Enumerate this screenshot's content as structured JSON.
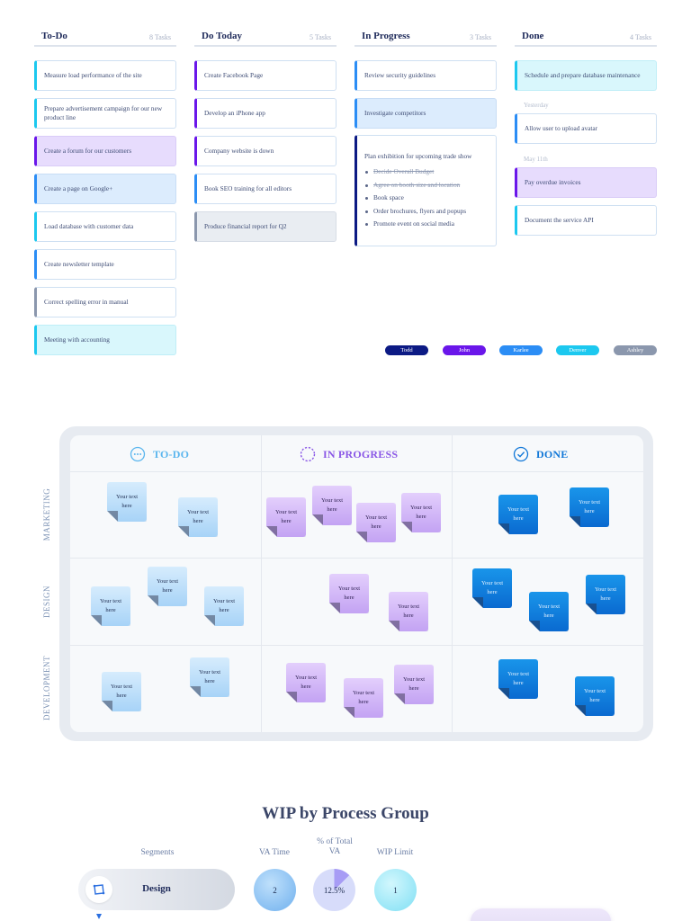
{
  "kanban": {
    "columns": [
      {
        "title": "To-Do",
        "count": "8 Tasks",
        "cards": [
          "Measure load performance of the site",
          "Prepare advertisement campaign for our new product line",
          "Create a forum for our customers",
          "Create a page on Google+",
          "Load database with customer data",
          "Create newsletter template",
          "Correct spelling error in manual",
          "Meeting with accounting"
        ]
      },
      {
        "title": "Do Today",
        "count": "5 Tasks",
        "cards": [
          "Create Facebook Page",
          "Develop an iPhone app",
          "Company website is down",
          "Book SEO training for all editors",
          "Produce financial report for Q2"
        ]
      },
      {
        "title": "In Progress",
        "count": "3 Tasks",
        "cards": [
          "Review security guidelines",
          "Investigate competitors"
        ],
        "checklist_card": {
          "title": "Plan exhibition for upcoming trade show",
          "items": [
            "Decide Overall Budget",
            "Agree on booth size and location",
            "Book space",
            "Order brochures, flyers and popups",
            "Promote event on social media"
          ]
        }
      },
      {
        "title": "Done",
        "count": "4 Tasks",
        "cards": [
          "Schedule and prepare database maintenance",
          "Allow user to upload avatar",
          "Pay overdue invoices",
          "Document the service API"
        ],
        "date_labels": [
          "Yesterday",
          "May 11th"
        ]
      }
    ],
    "assignees": [
      {
        "name": "Todd",
        "color": "#0c1a84"
      },
      {
        "name": "John",
        "color": "#6a16ea"
      },
      {
        "name": "Karlee",
        "color": "#2b8df5"
      },
      {
        "name": "Denver",
        "color": "#1cc8ef"
      },
      {
        "name": "Ashley",
        "color": "#8b97ad"
      }
    ]
  },
  "swimlane": {
    "columns": [
      {
        "label": "TO-DO",
        "icon": "dots-circle-icon",
        "color": "#5bb6ee"
      },
      {
        "label": "IN PROGRESS",
        "icon": "dashed-circle-icon",
        "color": "#8a57e6"
      },
      {
        "label": "DONE",
        "icon": "check-circle-icon",
        "color": "#1278d8"
      }
    ],
    "rows": [
      "MARKETING",
      "DESIGN",
      "DEVELOPMENT"
    ],
    "note_text": "Your text here"
  },
  "wip": {
    "title": "WIP by Process Group",
    "headers": {
      "segments": "Segments",
      "va_time": "VA Time",
      "pct_total": "% of Total VA",
      "wip_limit": "WIP Limit"
    },
    "rows": [
      {
        "segment": "Design",
        "segment_icon": "design-icon",
        "va_time": "2",
        "pct_total": "12.5%",
        "wip_limit": "1"
      }
    ]
  }
}
